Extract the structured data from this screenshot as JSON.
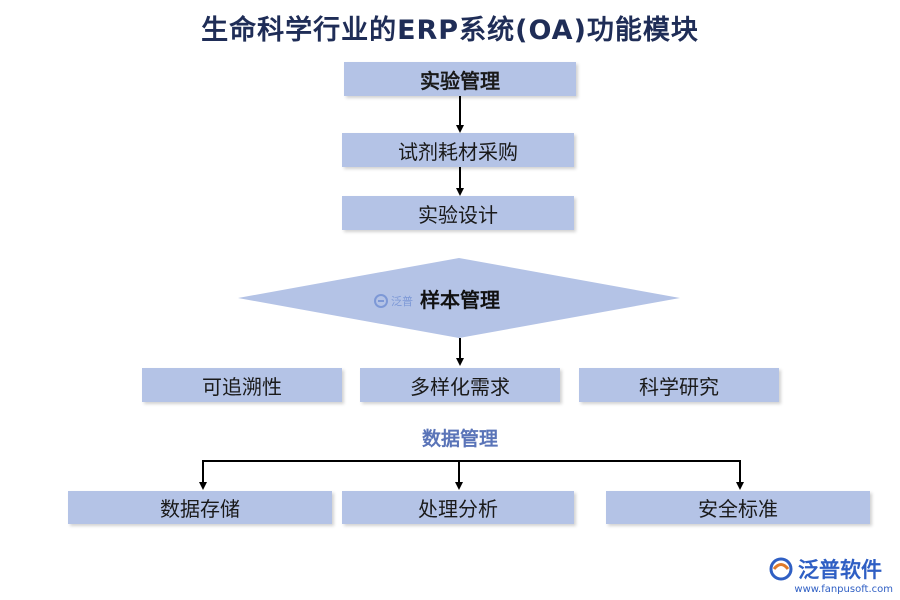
{
  "title": "生命科学行业的ERP系统(OA)功能模块",
  "top_chain": [
    "实验管理",
    "试剂耗材采购",
    "实验设计"
  ],
  "decision": "样本管理",
  "sample_branches": [
    "可追溯性",
    "多样化需求",
    "科学研究"
  ],
  "data_section": {
    "label": "数据管理",
    "items": [
      "数据存储",
      "处理分析",
      "安全标准"
    ]
  },
  "watermark": {
    "name": "泛普软件",
    "small_text": "泛普",
    "url": "www.fanpusoft.com"
  },
  "colors": {
    "box_fill": "#b4c3e6",
    "title": "#1f2d57",
    "section_label": "#5a74b8",
    "brand": "#2f5fc4"
  }
}
